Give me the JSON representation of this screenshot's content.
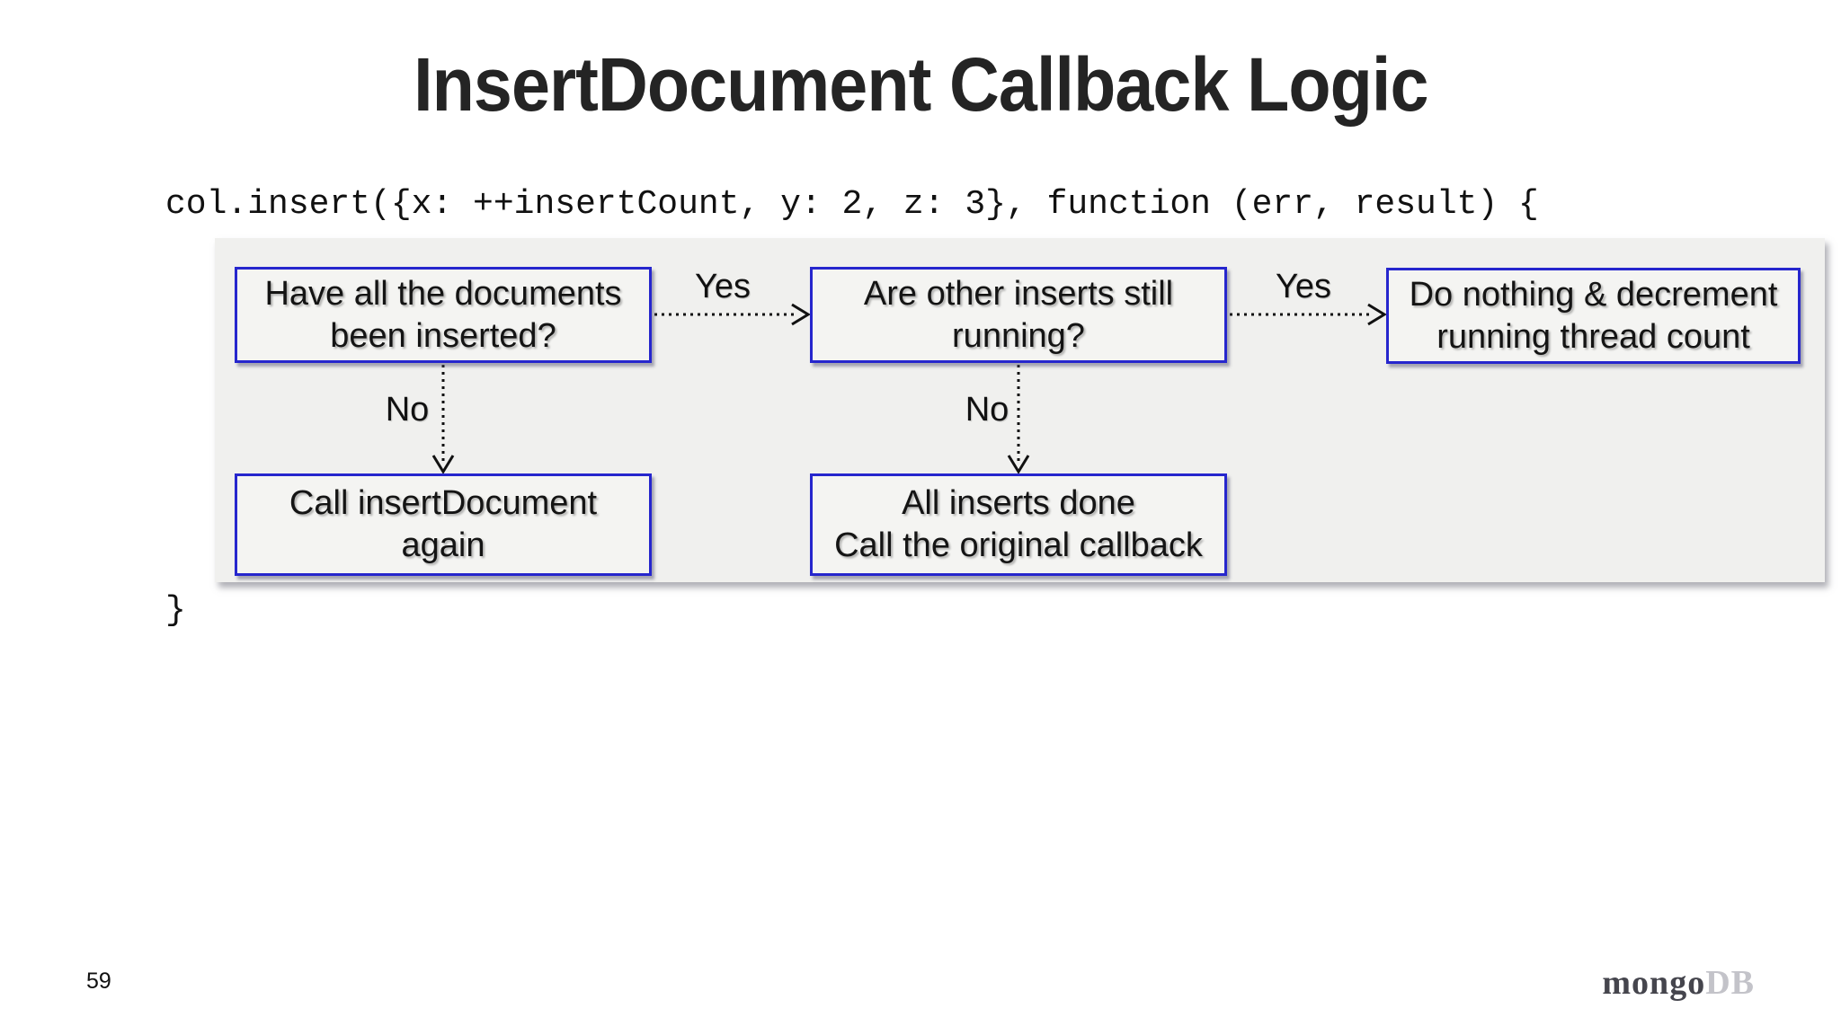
{
  "title": "InsertDocument Callback Logic",
  "code": {
    "opening_line": "col.insert({x: ++insertCount, y: 2, z: 3}, function (err, result) {",
    "closing_brace": "}"
  },
  "flowchart": {
    "nodes": [
      {
        "id": "q1",
        "label": "Have all the documents\nbeen inserted?"
      },
      {
        "id": "q2",
        "label": "Are other inserts still\nrunning?"
      },
      {
        "id": "end1",
        "label": "Do nothing & decrement\nrunning thread count"
      },
      {
        "id": "act1",
        "label": "Call insertDocument\nagain"
      },
      {
        "id": "end2",
        "label": "All inserts done\nCall the original callback"
      }
    ],
    "edge_labels": {
      "yes1": "Yes",
      "yes2": "Yes",
      "no1": "No",
      "no2": "No"
    },
    "colors": {
      "node_border": "#2626cd",
      "node_fill": "#f4f4f2",
      "panel_background": "#f0f0ee",
      "arrow": "#111111"
    }
  },
  "footer": {
    "page_number": "59",
    "logo_primary": "mongo",
    "logo_secondary": "DB"
  }
}
